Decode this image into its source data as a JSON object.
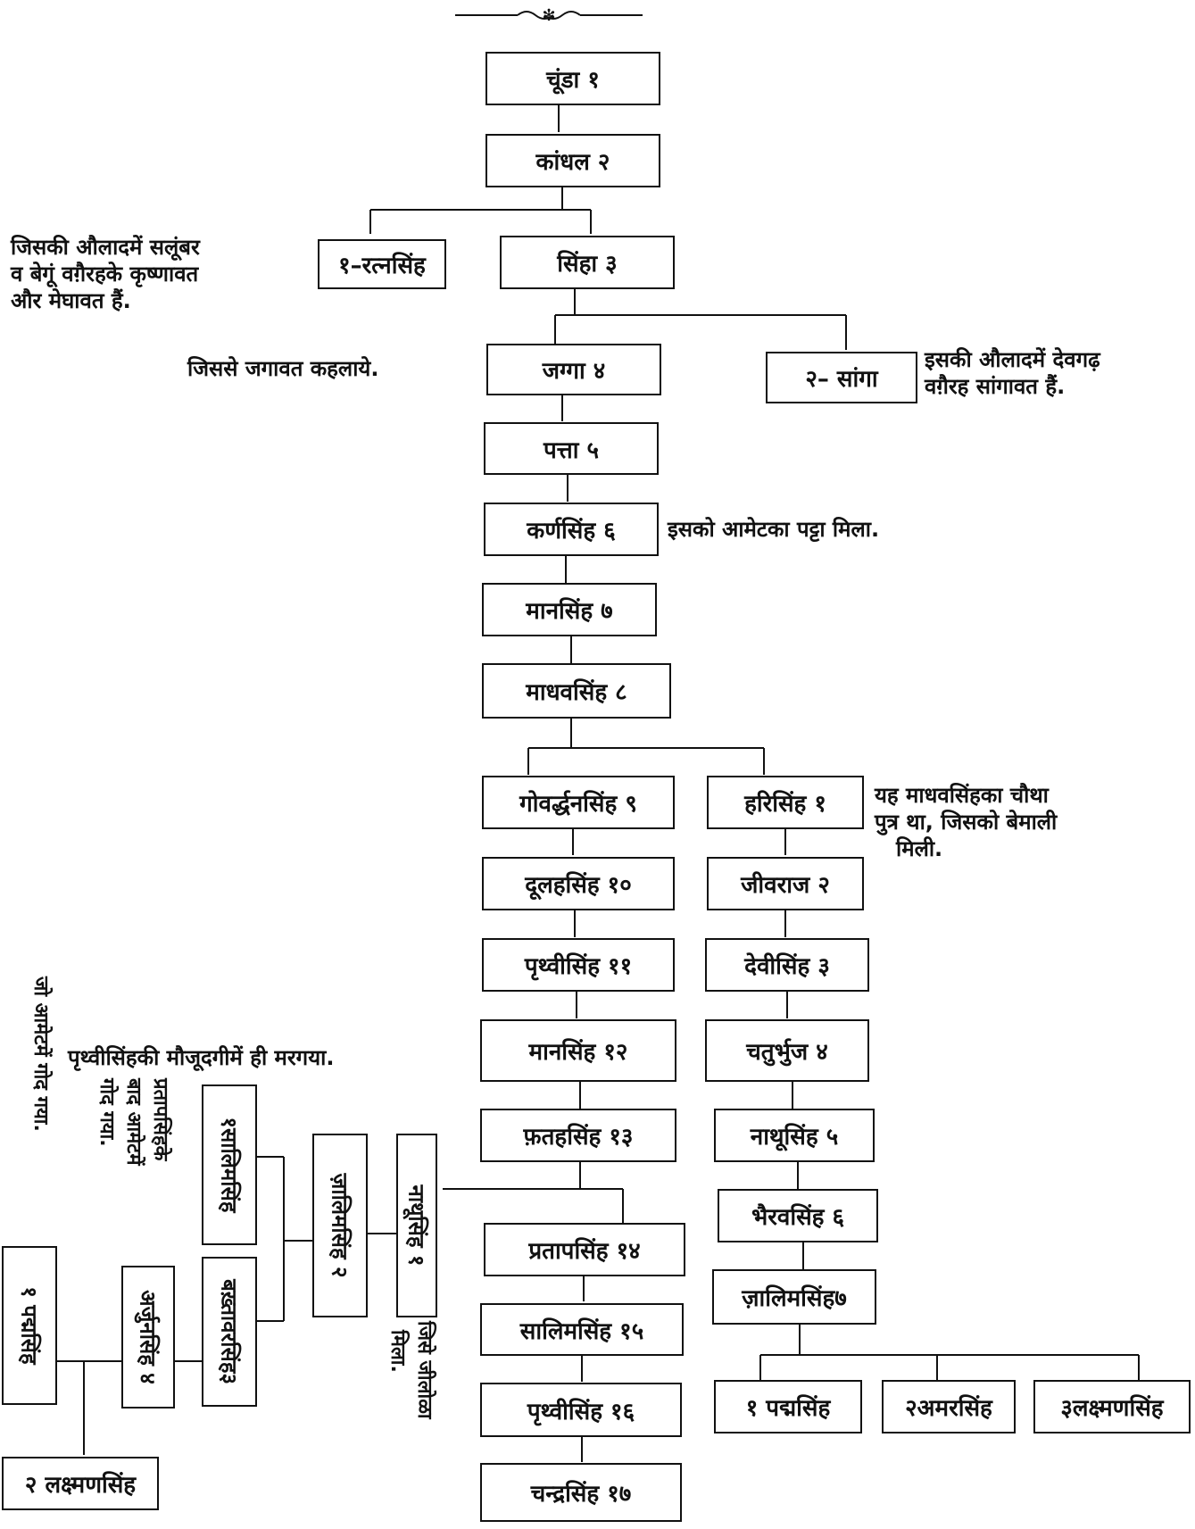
{
  "main_line": [
    {
      "id": "chunda",
      "label": "चूंडा १"
    },
    {
      "id": "kandhal",
      "label": "कांधल २"
    },
    {
      "id": "siha",
      "label": "सिंहा ३"
    },
    {
      "id": "jagga",
      "label": "जग्गा ४"
    },
    {
      "id": "patta",
      "label": "पत्ता ५"
    },
    {
      "id": "karnsingh",
      "label": "कर्णसिंह ६"
    },
    {
      "id": "mansingh7",
      "label": "मानसिंह ७"
    },
    {
      "id": "madhavsingh",
      "label": "माधवसिंह ८"
    },
    {
      "id": "govardhansingh",
      "label": "गोवर्द्धनसिंह ९"
    },
    {
      "id": "dulhasingh",
      "label": "दूलहसिंह १०"
    },
    {
      "id": "prithvisingh11",
      "label": "पृथ्वीसिंह ११"
    },
    {
      "id": "mansingh12",
      "label": "मानसिंह १२"
    },
    {
      "id": "fatahsingh",
      "label": "फ़तहसिंह १३"
    },
    {
      "id": "pratapsingh",
      "label": "प्रतापसिंह १४"
    },
    {
      "id": "salimsingh15",
      "label": "सालिमसिंह १५"
    },
    {
      "id": "prithvisingh16",
      "label": "पृथ्वीसिंह १६"
    },
    {
      "id": "chandrasingh",
      "label": "चन्द्रसिंह १७"
    }
  ],
  "side_boxes": {
    "ratnsingh": "१–रत्नसिंह",
    "sanga": "२– सांगा"
  },
  "harisingh_line": [
    {
      "id": "harisingh",
      "label": "हरिसिंह १"
    },
    {
      "id": "jivraj",
      "label": "जीवराज २"
    },
    {
      "id": "devisingh",
      "label": "देवीसिंह ३"
    },
    {
      "id": "chaturbhuj",
      "label": "चतुर्भुज ४"
    },
    {
      "id": "nathusingh5",
      "label": "नाथूसिंह ५"
    },
    {
      "id": "bhairavsingh",
      "label": "भैरवसिंह ६"
    },
    {
      "id": "jalimsingh7",
      "label": "ज़ालिमसिंह७"
    }
  ],
  "harisingh_children": [
    "१ पद्मसिंह",
    "२अमरसिंह",
    "३लक्ष्मणसिंह"
  ],
  "left_branch": {
    "nathusingh": "नाथूसिंह १",
    "jalimsingh2": "ज़ालिमसिंह २",
    "salimsingh3": "१सालिमसिंह",
    "bakhtawarsingh": "बख़्तावरसिंह३",
    "arjunsingh": "अर्जुनसिंह ४",
    "padmasingh": "१ पद्मसिंह",
    "lakshmansingh": "२ लक्ष्मणसिंह"
  },
  "notes": {
    "ratnsingh_note": [
      "जिसकी औलादमें सलूंबर",
      "व बेगूं वग़ैरहके कृष्णावत",
      "और मेघावत हैं."
    ],
    "jagga_note": "जिससे जगावत कहलाये.",
    "sanga_note": [
      "इसकी औलादमें देवगढ़",
      "वग़ैरह सांगावत हैं."
    ],
    "karnsingh_note": "इसको आमेटका पट्टा मिला.",
    "harisingh_note": [
      "यह माधवसिंहका चौथा",
      "पुत्र था, जिसको बेमाली",
      "मिली."
    ],
    "mansingh12_note": "पृथ्वीसिंहकी मौजूदगीमें ही मरगया.",
    "nathusingh_note": [
      "जिसे जीलोळा",
      "मिला."
    ],
    "salimsingh_note": [
      "प्रतापसिंहके",
      "बाद आमेटमें",
      "गोद गया."
    ],
    "padmasingh_note": "जो आमेटमें गोद गया."
  }
}
